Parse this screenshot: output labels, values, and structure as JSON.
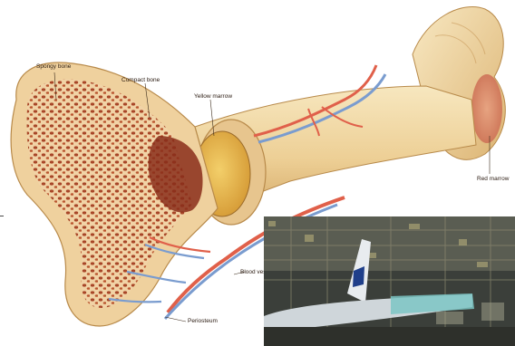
{
  "diagram": {
    "labels": {
      "spongy_bone": "Spongy bone",
      "compact_bone": "Compact bone",
      "yellow_marrow": "Yellow marrow",
      "red_marrow": "Red marrow",
      "blood_vessels": "Blood ves",
      "periosteum": "Periosteum"
    }
  },
  "photo": {
    "subject": "aircraft assembly hangar with fuselage under construction"
  },
  "colors": {
    "bone_ivory": "#f3dfb0",
    "bone_shadow": "#d9b37a",
    "spongy_red": "#b34a2a",
    "marrow_yellow": "#e9b64a",
    "artery_red": "#e0604a",
    "vein_blue": "#7a9ccf",
    "red_marrow_pink": "#d9826a",
    "hangar_dark": "#3b3f3a"
  }
}
